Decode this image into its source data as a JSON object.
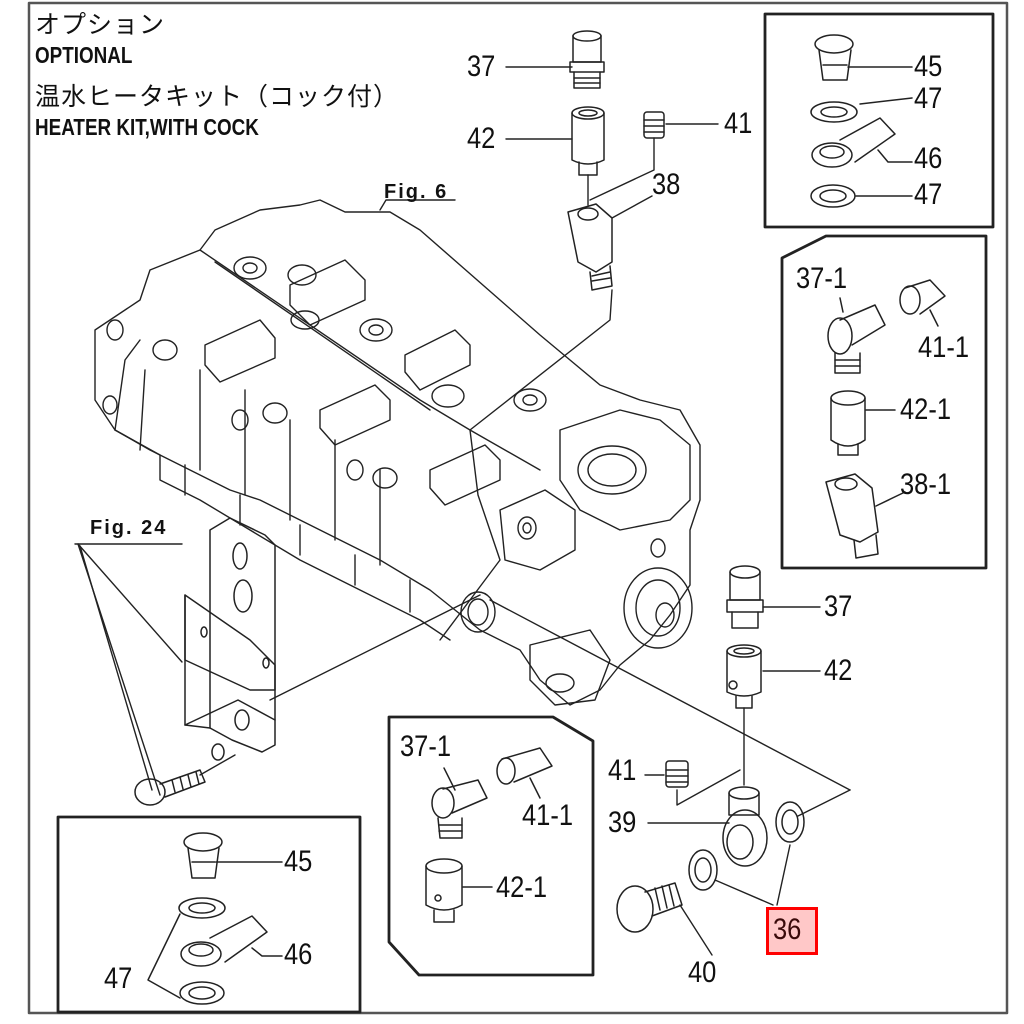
{
  "header": {
    "title_jp": "オプション",
    "title_en": "OPTIONAL",
    "subtitle_jp": "温水ヒータキット（コック付）",
    "subtitle_en": "HEATER KIT,WITH COCK"
  },
  "figure_refs": {
    "fig6": "Fig. 6",
    "fig24": "Fig. 24"
  },
  "main_parts": {
    "p37_top": "37",
    "p42_top": "42",
    "p41_top": "41",
    "p38": "38",
    "p37_lower": "37",
    "p42_lower": "42",
    "p41_lower": "41",
    "p39": "39",
    "p40": "40"
  },
  "highlighted_part": {
    "label": "36",
    "border_color": "#ff0000",
    "fill_color": "#ffc8c8"
  },
  "inset_top_right": {
    "labels": [
      "45",
      "47",
      "46",
      "47"
    ]
  },
  "inset_right_middle": {
    "labels": [
      "37-1",
      "41-1",
      "42-1",
      "38-1"
    ]
  },
  "inset_center_bottom": {
    "labels": [
      "37-1",
      "41-1",
      "42-1"
    ]
  },
  "inset_bottom_left": {
    "labels": [
      "45",
      "46",
      "47"
    ]
  }
}
